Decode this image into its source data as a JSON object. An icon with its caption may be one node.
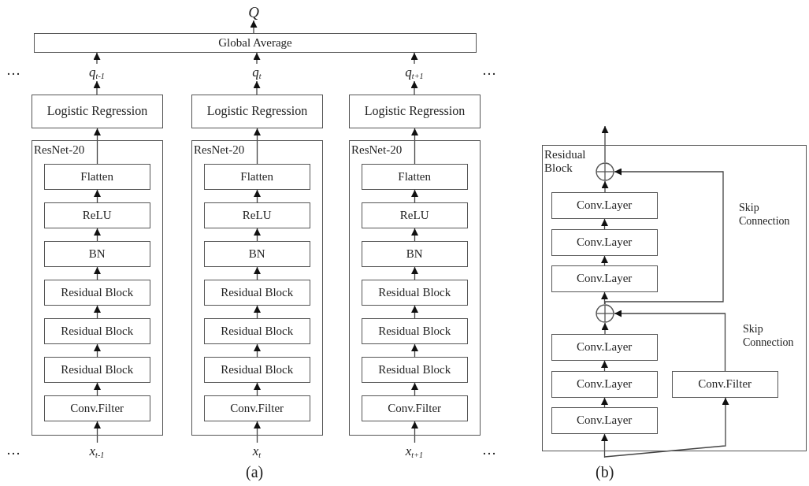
{
  "diagram": {
    "nodes": [
      {
        "text": [
          "Q"
        ]
      },
      {
        "text": [
          "Global Average"
        ]
      },
      {
        "text": [
          "q$_{t-1}$"
        ]
      },
      {
        "text": [
          "Logistic Regression"
        ]
      },
      {
        "text": [
          "ResNet-20"
        ]
      },
      {
        "text": [
          "Flatten"
        ],
        "in": 4
      },
      {
        "text": [
          "ReLU"
        ],
        "in": 4
      },
      {
        "text": [
          "BN"
        ],
        "in": 4
      },
      {
        "text": [
          "Residual Block"
        ],
        "in": 4
      },
      {
        "text": [
          "Residual Block"
        ],
        "in": 4
      },
      {
        "text": [
          "Residual Block"
        ],
        "in": 4
      },
      {
        "text": [
          "Conv.Filter"
        ],
        "in": 4
      },
      {
        "text": [
          "x$_{t-1}$"
        ]
      },
      {
        "text": [
          "q$_{t}$"
        ]
      },
      {
        "text": [
          "Logistic Regression"
        ]
      },
      {
        "text": [
          "ResNet-20"
        ]
      },
      {
        "text": [
          "Flatten"
        ],
        "in": 15
      },
      {
        "text": [
          "ReLU"
        ],
        "in": 15
      },
      {
        "text": [
          "BN"
        ],
        "in": 15
      },
      {
        "text": [
          "Residual Block"
        ],
        "in": 15
      },
      {
        "text": [
          "Residual Block"
        ],
        "in": 15
      },
      {
        "text": [
          "Residual Block"
        ],
        "in": 15
      },
      {
        "text": [
          "Conv.Filter"
        ],
        "in": 15
      },
      {
        "text": [
          "x$_{t}$"
        ]
      },
      {
        "text": [
          "q$_{t+1}$"
        ]
      },
      {
        "text": [
          "Logistic Regression"
        ]
      },
      {
        "text": [
          "ResNet-20"
        ]
      },
      {
        "text": [
          "Flatten"
        ],
        "in": 26
      },
      {
        "text": [
          "ReLU"
        ],
        "in": 26
      },
      {
        "text": [
          "BN"
        ],
        "in": 26
      },
      {
        "text": [
          "Residual Block"
        ],
        "in": 26
      },
      {
        "text": [
          "Residual Block"
        ],
        "in": 26
      },
      {
        "text": [
          "Residual Block"
        ],
        "in": 26
      },
      {
        "text": [
          "Conv.Filter"
        ],
        "in": 26
      },
      {
        "text": [
          "x$_{t+1}$"
        ]
      },
      {
        "text": [
          "Residual Block"
        ]
      },
      {
        "text": [],
        "shape": "circle",
        "in": 35
      },
      {
        "text": [
          "Conv.Layer"
        ],
        "in": 35
      },
      {
        "text": [
          "Conv.Layer"
        ],
        "in": 35
      },
      {
        "text": [
          "Conv.Layer"
        ],
        "in": 35
      },
      {
        "text": [],
        "shape": "circle",
        "in": 35
      },
      {
        "text": [
          "Conv.Layer"
        ],
        "in": 35
      },
      {
        "text": [
          "Conv.Layer"
        ],
        "in": 35
      },
      {
        "text": [
          "Conv.Layer"
        ],
        "in": 35
      },
      {
        "text": [
          "Conv.Filter"
        ],
        "in": 35
      }
    ],
    "edges": [
      {
        "from": 1,
        "to": 0,
        "arrow": "to"
      },
      {
        "from": 12,
        "to": 11,
        "arrow": "to"
      },
      {
        "from": 11,
        "to": 10,
        "arrow": "to"
      },
      {
        "from": 10,
        "to": 9,
        "arrow": "to"
      },
      {
        "from": 9,
        "to": 8,
        "arrow": "to"
      },
      {
        "from": 8,
        "to": 7,
        "arrow": "to"
      },
      {
        "from": 7,
        "to": 6,
        "arrow": "to"
      },
      {
        "from": 6,
        "to": 5,
        "arrow": "to"
      },
      {
        "from": 5,
        "to": 3,
        "arrow": "to"
      },
      {
        "from": 3,
        "to": 2,
        "arrow": "to"
      },
      {
        "from": 2,
        "to": 1,
        "arrow": "to"
      },
      {
        "from": 23,
        "to": 22,
        "arrow": "to"
      },
      {
        "from": 22,
        "to": 21,
        "arrow": "to"
      },
      {
        "from": 21,
        "to": 20,
        "arrow": "to"
      },
      {
        "from": 20,
        "to": 19,
        "arrow": "to"
      },
      {
        "from": 19,
        "to": 18,
        "arrow": "to"
      },
      {
        "from": 18,
        "to": 17,
        "arrow": "to"
      },
      {
        "from": 17,
        "to": 16,
        "arrow": "to"
      },
      {
        "from": 16,
        "to": 14,
        "arrow": "to"
      },
      {
        "from": 14,
        "to": 13,
        "arrow": "to"
      },
      {
        "from": 13,
        "to": 1,
        "arrow": "to"
      },
      {
        "from": 34,
        "to": 33,
        "arrow": "to"
      },
      {
        "from": 33,
        "to": 32,
        "arrow": "to"
      },
      {
        "from": 32,
        "to": 31,
        "arrow": "to"
      },
      {
        "from": 31,
        "to": 30,
        "arrow": "to"
      },
      {
        "from": 30,
        "to": 29,
        "arrow": "to"
      },
      {
        "from": 29,
        "to": 28,
        "arrow": "to"
      },
      {
        "from": 28,
        "to": 27,
        "arrow": "to"
      },
      {
        "from": 27,
        "to": 25,
        "arrow": "to"
      },
      {
        "from": 25,
        "to": 24,
        "arrow": "to"
      },
      {
        "from": 24,
        "to": 1,
        "arrow": "to"
      },
      {
        "from": null,
        "to": 43,
        "arrow": "to"
      },
      {
        "from": 43,
        "to": 42,
        "arrow": "to"
      },
      {
        "from": 42,
        "to": 41,
        "arrow": "to"
      },
      {
        "from": 41,
        "to": 40,
        "arrow": "to"
      },
      {
        "from": 40,
        "to": 39,
        "arrow": "to"
      },
      {
        "from": 39,
        "to": 38,
        "arrow": "to"
      },
      {
        "from": 38,
        "to": 37,
        "arrow": "to"
      },
      {
        "from": 37,
        "to": 36,
        "arrow": "to"
      },
      {
        "from": 36,
        "to": null,
        "arrow": "to"
      },
      {
        "from": null,
        "to": 44,
        "arrow": "to"
      },
      {
        "from": 44,
        "to": 40,
        "arrow": "to",
        "label": "Skip Connection"
      },
      {
        "from": 40,
        "to": 36,
        "arrow": "to",
        "label": "Skip Connection"
      }
    ],
    "labels": [
      "…",
      "…",
      "…",
      "…",
      "(a)",
      "(b)"
    ]
  }
}
